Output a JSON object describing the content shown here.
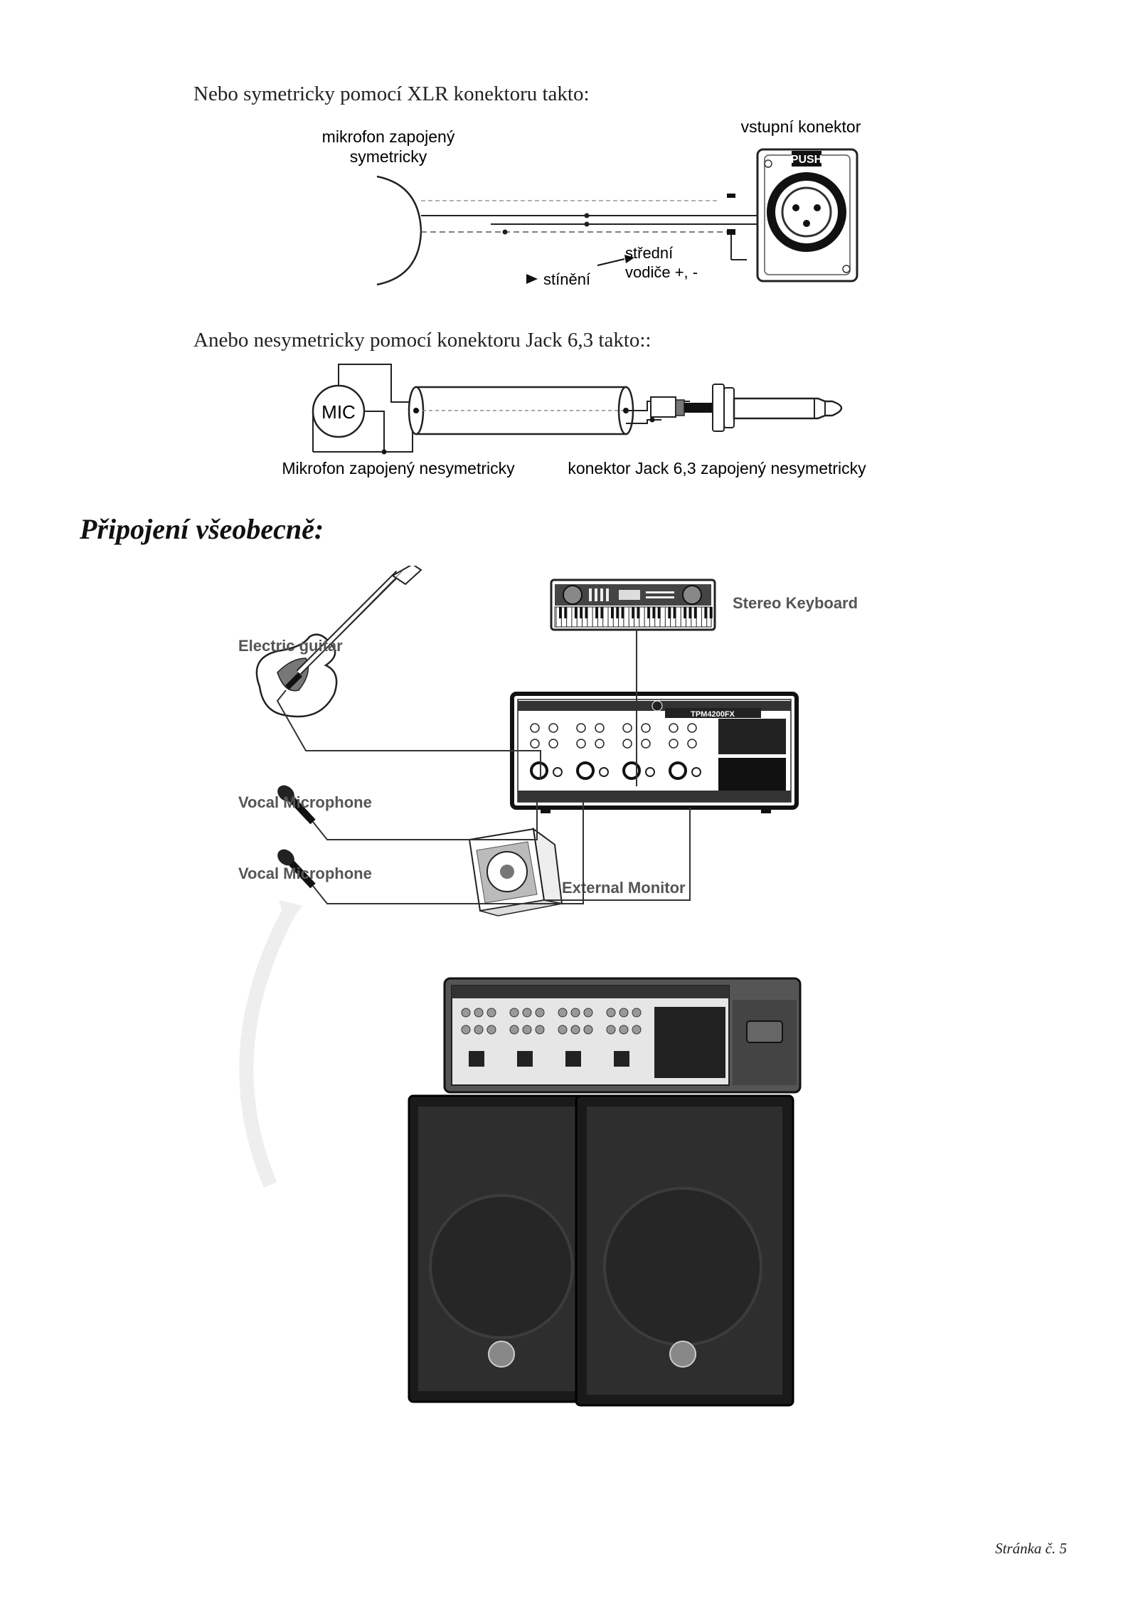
{
  "intro_xlr": "Nebo symetricky pomocí XLR konektoru takto:",
  "xlr_diagram": {
    "mic_label_line1": "mikrofon zapojený",
    "mic_label_line2": "symetricky",
    "connector_label": "vstupní konektor",
    "push_label": "PUSH",
    "center_label_line1": "střední",
    "center_label_line2": "vodiče +, -",
    "shield_label": "stínění"
  },
  "intro_jack": "Anebo nesymetricky pomocí konektoru Jack 6,3 takto::",
  "jack_diagram": {
    "mic_badge": "MIC",
    "mic_caption": "Mikrofon zapojený nesymetricky",
    "jack_caption": "konektor Jack 6,3 zapojený nesymetricky"
  },
  "section_heading": "Připojení všeobecně:",
  "setup_diagram": {
    "keyboard_label": "Stereo Keyboard",
    "guitar_label": "Electric guitar",
    "mic1_label": "Vocal Microphone",
    "mic2_label": "Vocal Microphone",
    "monitor_label": "External Monitor",
    "mixer_model": "TPM4200FX"
  },
  "footer_page": "Stránka č. 5"
}
